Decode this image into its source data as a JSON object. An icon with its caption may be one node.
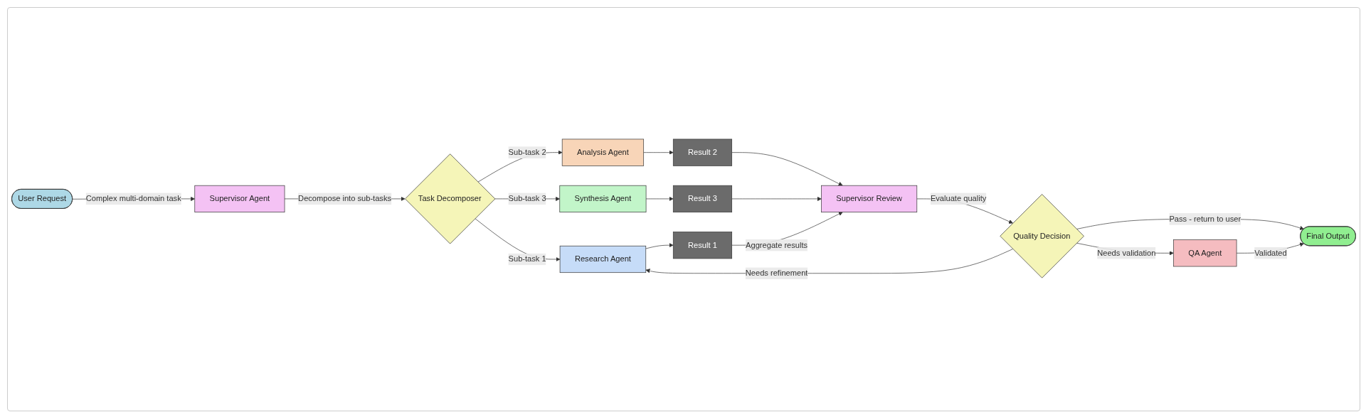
{
  "diagram": {
    "nodes": [
      {
        "text": [
          "User Request"
        ]
      },
      {
        "text": [
          "Supervisor Agent"
        ]
      },
      {
        "text": [
          "Task Decomposer"
        ]
      },
      {
        "text": [
          "Analysis Agent"
        ]
      },
      {
        "text": [
          "Result 2"
        ]
      },
      {
        "text": [
          "Supervisor Review"
        ]
      },
      {
        "text": [
          "Research Agent"
        ]
      },
      {
        "text": [
          "Result 1"
        ]
      },
      {
        "text": [
          "Synthesis Agent"
        ]
      },
      {
        "text": [
          "Result 3"
        ]
      },
      {
        "text": [
          "Quality Decision"
        ]
      },
      {
        "text": [
          "Final Output"
        ]
      },
      {
        "text": [
          "QA Agent"
        ]
      }
    ],
    "edges": [
      {
        "from": 0,
        "to": 1,
        "arrow": "to",
        "label": "Complex multi-domain task"
      },
      {
        "from": 1,
        "to": 2,
        "arrow": "to",
        "label": "Decompose into sub-tasks"
      },
      {
        "from": 2,
        "to": 6,
        "arrow": "to",
        "label": "Sub-task 1"
      },
      {
        "from": 2,
        "to": 3,
        "arrow": "to",
        "label": "Sub-task 2"
      },
      {
        "from": 2,
        "to": 8,
        "arrow": "to",
        "label": "Sub-task 3"
      },
      {
        "from": 3,
        "to": 4,
        "arrow": "to"
      },
      {
        "from": 8,
        "to": 9,
        "arrow": "to"
      },
      {
        "from": 6,
        "to": 7,
        "arrow": "to"
      },
      {
        "from": 4,
        "to": 5,
        "arrow": "to"
      },
      {
        "from": 9,
        "to": 5,
        "arrow": "to"
      },
      {
        "from": 7,
        "to": 5,
        "arrow": "to",
        "label": "Aggregate results"
      },
      {
        "from": 5,
        "to": 10,
        "arrow": "to",
        "label": "Evaluate quality"
      },
      {
        "from": 10,
        "to": 6,
        "arrow": "to",
        "label": "Needs refinement"
      },
      {
        "from": 10,
        "to": 11,
        "arrow": "to",
        "label": "Pass - return to user"
      },
      {
        "from": 10,
        "to": 12,
        "arrow": "to",
        "label": "Needs validation"
      },
      {
        "from": 12,
        "to": 11,
        "arrow": "to",
        "label": "Validated"
      }
    ]
  }
}
